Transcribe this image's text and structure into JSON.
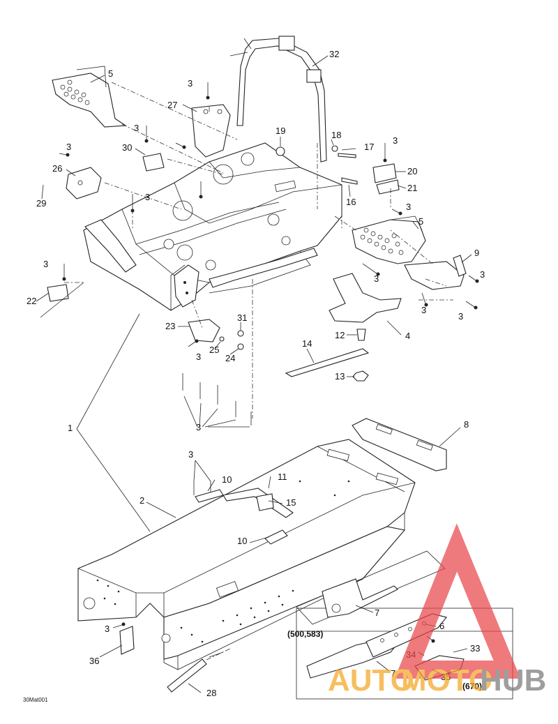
{
  "callouts": [
    {
      "id": "c5a",
      "text": "5"
    },
    {
      "id": "c3a",
      "text": "3"
    },
    {
      "id": "c27",
      "text": "27"
    },
    {
      "id": "c3b",
      "text": "3"
    },
    {
      "id": "c30",
      "text": "30"
    },
    {
      "id": "c3c",
      "text": "3"
    },
    {
      "id": "c26",
      "text": "26"
    },
    {
      "id": "c29",
      "text": "29"
    },
    {
      "id": "c3d",
      "text": "3"
    },
    {
      "id": "c3e",
      "text": "3"
    },
    {
      "id": "c22",
      "text": "22"
    },
    {
      "id": "c32",
      "text": "32"
    },
    {
      "id": "c19",
      "text": "19"
    },
    {
      "id": "c18",
      "text": "18"
    },
    {
      "id": "c17",
      "text": "17"
    },
    {
      "id": "c16",
      "text": "16"
    },
    {
      "id": "c3f",
      "text": "3"
    },
    {
      "id": "c20",
      "text": "20"
    },
    {
      "id": "c21",
      "text": "21"
    },
    {
      "id": "c3g",
      "text": "3"
    },
    {
      "id": "c5b",
      "text": "5"
    },
    {
      "id": "c9",
      "text": "9"
    },
    {
      "id": "c3h",
      "text": "3"
    },
    {
      "id": "c3i",
      "text": "3"
    },
    {
      "id": "c3j",
      "text": "3"
    },
    {
      "id": "c3k",
      "text": "3"
    },
    {
      "id": "c4",
      "text": "4"
    },
    {
      "id": "c12",
      "text": "12"
    },
    {
      "id": "c14",
      "text": "14"
    },
    {
      "id": "c13",
      "text": "13"
    },
    {
      "id": "c23",
      "text": "23"
    },
    {
      "id": "c31",
      "text": "31"
    },
    {
      "id": "c3l",
      "text": "3"
    },
    {
      "id": "c25",
      "text": "25"
    },
    {
      "id": "c24",
      "text": "24"
    },
    {
      "id": "c3m",
      "text": "3"
    },
    {
      "id": "c1",
      "text": "1"
    },
    {
      "id": "c8",
      "text": "8"
    },
    {
      "id": "c3n",
      "text": "3"
    },
    {
      "id": "c10a",
      "text": "10"
    },
    {
      "id": "c11",
      "text": "11"
    },
    {
      "id": "c2",
      "text": "2"
    },
    {
      "id": "c15",
      "text": "15"
    },
    {
      "id": "c10b",
      "text": "10"
    },
    {
      "id": "c7a",
      "text": "7"
    },
    {
      "id": "c6",
      "text": "6"
    },
    {
      "id": "c3o",
      "text": "3"
    },
    {
      "id": "c34",
      "text": "34"
    },
    {
      "id": "c33",
      "text": "33"
    },
    {
      "id": "c36",
      "text": "36"
    },
    {
      "id": "c7b",
      "text": "7"
    },
    {
      "id": "c35",
      "text": "35"
    },
    {
      "id": "c28",
      "text": "28"
    }
  ],
  "inset": {
    "model_a": "(500,583)",
    "model_b": "(670)"
  },
  "figure_ref": "30Mat001",
  "watermark": {
    "word_a": "AUTO",
    "word_b": "MOTO",
    "word_c": "HUB",
    "color_red": "#e8474b",
    "color_orange": "#f5a623",
    "color_gray": "#7a7a7a"
  }
}
